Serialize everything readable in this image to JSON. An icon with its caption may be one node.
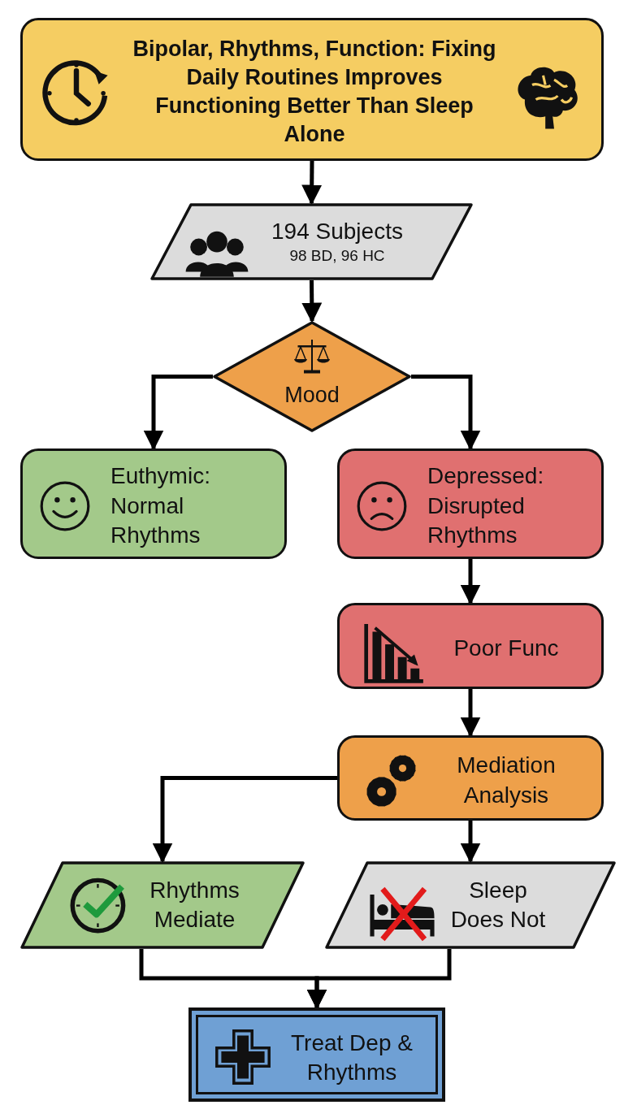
{
  "diagram": {
    "nodes": [
      {
        "text": [
          "Bipolar, Rhythms, Function: Fixing Daily Routines Improves Functioning Better Than Sleep Alone"
        ]
      },
      {
        "text": [
          "194 Subjects",
          "98 BD, 96 HC"
        ]
      },
      {
        "text": [
          "Mood"
        ]
      },
      {
        "text": [
          "Euthymic: Normal Rhythms"
        ]
      },
      {
        "text": [
          "Depressed: Disrupted Rhythms"
        ]
      },
      {
        "text": [
          "Poor Func"
        ]
      },
      {
        "text": [
          "Mediation Analysis"
        ]
      },
      {
        "text": [
          "Rhythms Mediate"
        ]
      },
      {
        "text": [
          "Sleep Does Not"
        ]
      },
      {
        "text": [
          "Treat Dep & Rhythms"
        ]
      }
    ],
    "edges": [
      {
        "from": 0,
        "to": 1,
        "arrow": "to"
      },
      {
        "from": 1,
        "to": 2,
        "arrow": "to"
      },
      {
        "from": 2,
        "to": 3,
        "arrow": "to"
      },
      {
        "from": 2,
        "to": 4,
        "arrow": "to"
      },
      {
        "from": 4,
        "to": 5,
        "arrow": "to"
      },
      {
        "from": 5,
        "to": 6,
        "arrow": "to"
      },
      {
        "from": 6,
        "to": 7,
        "arrow": "to"
      },
      {
        "from": 6,
        "to": 8,
        "arrow": "to"
      },
      {
        "from": 7,
        "to": 9,
        "arrow": "to"
      },
      {
        "from": 8,
        "to": 9,
        "arrow": "to"
      }
    ]
  }
}
